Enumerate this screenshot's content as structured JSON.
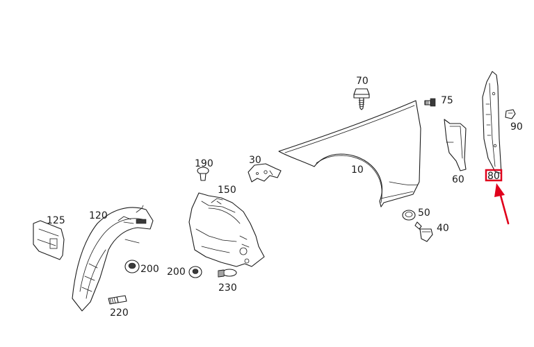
{
  "parts": {
    "p10": "10",
    "p30": "30",
    "p40": "40",
    "p50": "50",
    "p60": "60",
    "p70": "70",
    "p75": "75",
    "p80": "80",
    "p90": "90",
    "p120": "120",
    "p125": "125",
    "p150": "150",
    "p190": "190",
    "p200a": "200",
    "p200b": "200",
    "p220": "220",
    "p230": "230"
  },
  "highlight": {
    "part": "80",
    "color": "#e0001b"
  }
}
